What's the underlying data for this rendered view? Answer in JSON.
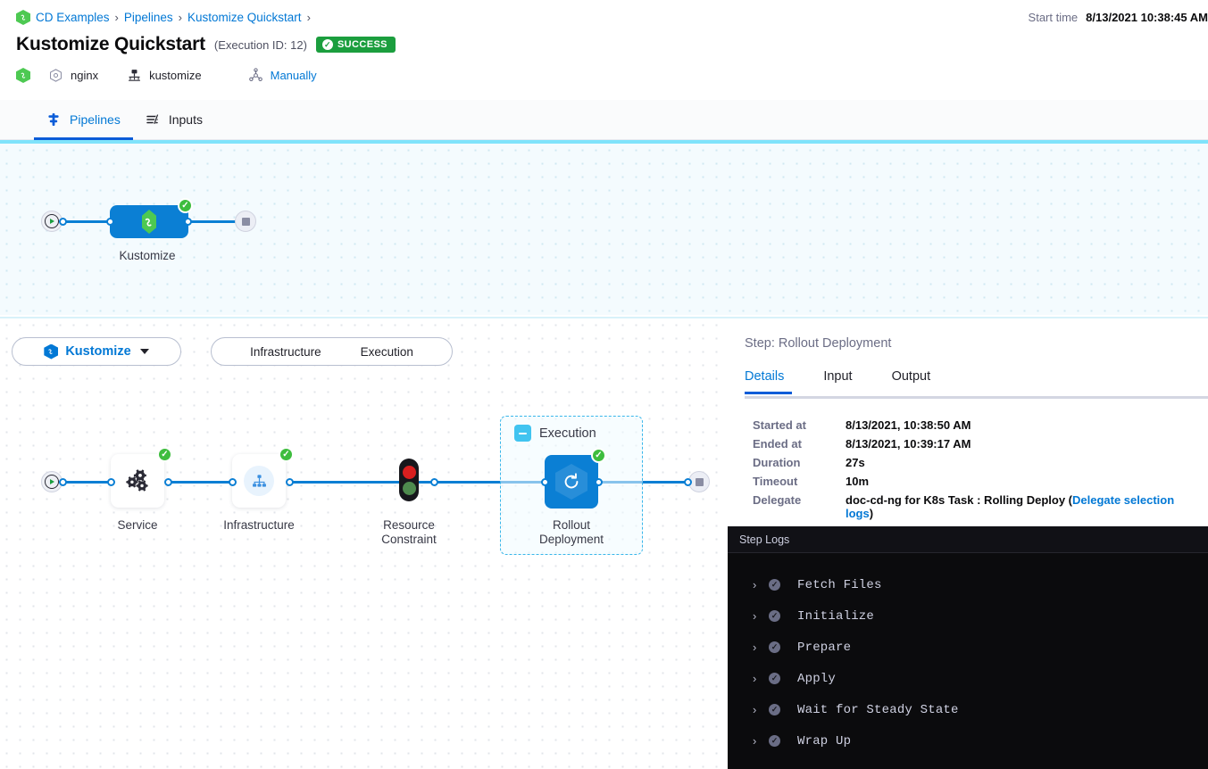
{
  "breadcrumb": {
    "items": [
      {
        "label": "CD Examples",
        "icon": "harness-hex-icon"
      },
      {
        "label": "Pipelines"
      },
      {
        "label": "Kustomize Quickstart"
      }
    ],
    "separator": "›"
  },
  "start_time": {
    "label": "Start time",
    "value": "8/13/2021 10:38:45 AM"
  },
  "header": {
    "title": "Kustomize Quickstart",
    "execution_id_text": "(Execution ID: 12)",
    "status": {
      "label": "SUCCESS",
      "color": "#1b9e3e",
      "icon": "check-circle-icon"
    }
  },
  "meta": {
    "service_icon": "harness-hex-icon",
    "items": [
      {
        "icon": "hexagon-outline-icon",
        "label": "nginx",
        "link": false
      },
      {
        "icon": "kustomize-icon",
        "label": "kustomize",
        "link": false
      },
      {
        "icon": "trigger-manual-icon",
        "label": "Manually",
        "link": true
      }
    ]
  },
  "tabs": [
    {
      "label": "Pipelines",
      "icon": "pipeline-icon",
      "active": true
    },
    {
      "label": "Inputs",
      "icon": "inputs-icon",
      "active": false
    }
  ],
  "top_graph": {
    "start_node": "start-icon",
    "end_node": "stop-icon",
    "nodes": [
      {
        "label": "Kustomize",
        "icon": "harness-hex-icon",
        "status": "success"
      }
    ]
  },
  "stage_bar": {
    "stage": {
      "label": "Kustomize",
      "icon": "harness-hex-icon",
      "caret": "chevron-down-icon"
    },
    "sections": [
      {
        "label": "Infrastructure"
      },
      {
        "label": "Execution"
      }
    ]
  },
  "stage_graph": {
    "start_node": "start-icon",
    "end_node": "stop-icon",
    "nodes": [
      {
        "label": "Service",
        "icon": "service-gears-icon",
        "status": "success"
      },
      {
        "label": "Infrastructure",
        "icon": "infrastructure-nodes-icon",
        "status": "success"
      },
      {
        "label": "Resource\nConstraint",
        "icon": "traffic-light-icon",
        "status": "none"
      },
      {
        "label": "Rollout\nDeployment",
        "icon": "rollout-refresh-icon",
        "status": "success"
      }
    ],
    "group": {
      "title": "Execution",
      "collapse_icon": "collapse-minus-icon"
    }
  },
  "right_panel": {
    "title": "Step: Rollout Deployment",
    "tabs": [
      {
        "label": "Details",
        "active": true
      },
      {
        "label": "Input",
        "active": false
      },
      {
        "label": "Output",
        "active": false
      }
    ],
    "details": [
      {
        "key": "Started at",
        "value": "8/13/2021, 10:38:50 AM"
      },
      {
        "key": "Ended at",
        "value": "8/13/2021, 10:39:17 AM"
      },
      {
        "key": "Duration",
        "value": "27s"
      },
      {
        "key": "Timeout",
        "value": "10m"
      }
    ],
    "delegate": {
      "key": "Delegate",
      "value_prefix": "doc-cd-ng for K8s Task : Rolling Deploy (",
      "link": "Delegate selection logs",
      "value_suffix": ")"
    }
  },
  "logs": {
    "header": "Step Logs",
    "rows": [
      {
        "name": "Fetch Files",
        "status": "success",
        "chevron": "chevron-right-icon"
      },
      {
        "name": "Initialize",
        "status": "success",
        "chevron": "chevron-right-icon"
      },
      {
        "name": "Prepare",
        "status": "success",
        "chevron": "chevron-right-icon"
      },
      {
        "name": "Apply",
        "status": "success",
        "chevron": "chevron-right-icon"
      },
      {
        "name": "Wait for Steady State",
        "status": "success",
        "chevron": "chevron-right-icon"
      },
      {
        "name": "Wrap Up",
        "status": "success",
        "chevron": "chevron-right-icon"
      }
    ]
  },
  "colors": {
    "accent_blue": "#0278d5",
    "node_blue": "#0b7fd4",
    "success_green": "#1b9e3e",
    "canvas_top_bg": "#f4fbfe",
    "logs_bg": "#0b0b0d"
  }
}
